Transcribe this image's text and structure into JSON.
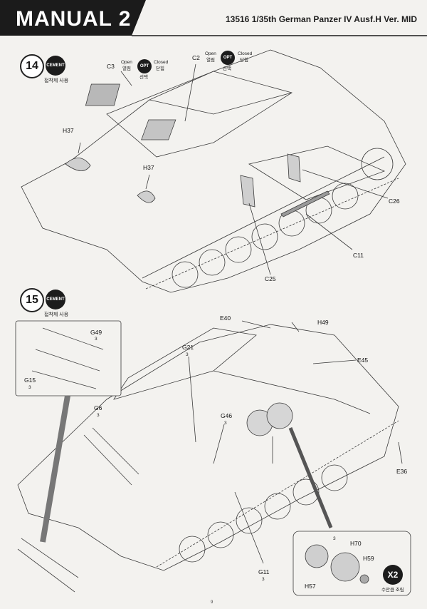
{
  "header": {
    "manual_title": "MANUAL 2",
    "kit_title": "13516 1/35th German Panzer IV Ausf.H Ver. MID"
  },
  "step14": {
    "number": "14",
    "cement_label": "CEMENT",
    "cement_korean": "접착제 사용",
    "options": [
      {
        "part": "C3",
        "open_en": "Open",
        "open_ko": "열림",
        "opt": "OPT",
        "select_ko": "선택",
        "closed_en": "Closed",
        "closed_ko": "닫힘"
      },
      {
        "part": "C2",
        "open_en": "Open",
        "open_ko": "열림",
        "opt": "OPT",
        "select_ko": "선택",
        "closed_en": "Closed",
        "closed_ko": "닫힘"
      }
    ],
    "labels": {
      "h37a": "H37",
      "h37b": "H37",
      "c26": "C26",
      "c11": "C11",
      "c25": "C25"
    }
  },
  "step15": {
    "number": "15",
    "cement_label": "CEMENT",
    "cement_korean": "접착제 사용",
    "labels": {
      "g49": "G49",
      "g15": "G15",
      "g6": "G6",
      "g21": "G21",
      "g46": "G46",
      "e40": "E40",
      "h49": "H49",
      "e45": "E45",
      "e36": "E36",
      "g11": "G11",
      "h70": "H70",
      "h59": "H59",
      "h57": "H57"
    },
    "badge_numbers": {
      "g49": "3",
      "g15": "3",
      "g6": "3",
      "g21": "3",
      "g46": "3",
      "g11": "3",
      "h70": "3"
    },
    "repeat": {
      "label": "X2",
      "korean": "수만큼 조립"
    }
  },
  "page_number": "9"
}
